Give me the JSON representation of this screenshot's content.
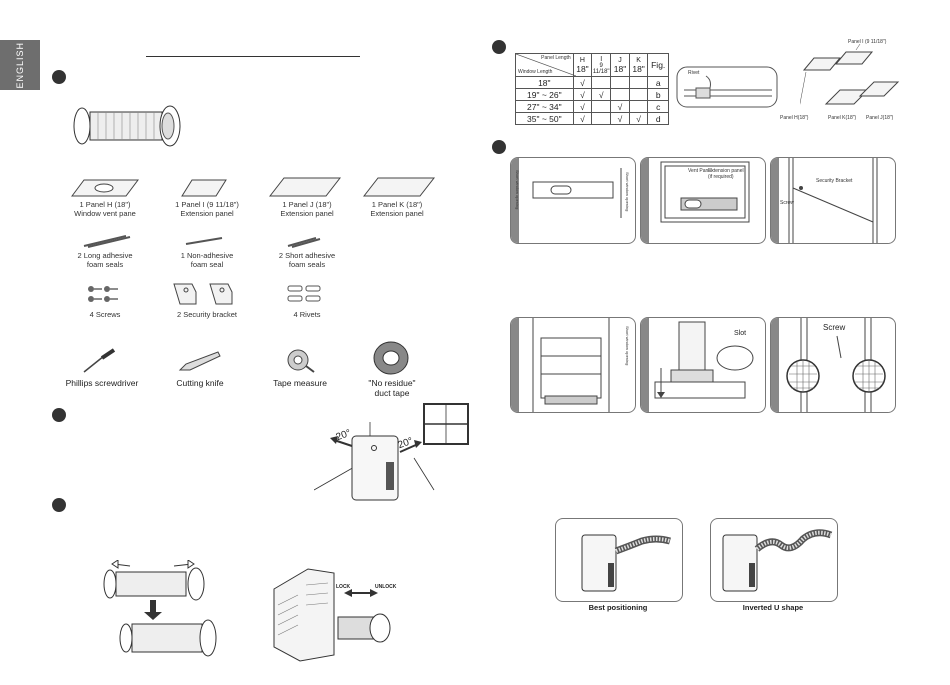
{
  "sidebar": {
    "language": "ENGLISH"
  },
  "parts": [
    {
      "line1": "1 Panel H (18\")",
      "line2": "Window vent pane"
    },
    {
      "line1": "1 Panel I (9 11/18\")",
      "line2": "Extension panel"
    },
    {
      "line1": "1 Panel J (18\")",
      "line2": "Extension panel"
    },
    {
      "line1": "1 Panel K (18\")",
      "line2": "Extension panel"
    },
    {
      "line1": "2 Long adhesive",
      "line2": "foam seals"
    },
    {
      "line1": "1 Non-adhesive",
      "line2": "foam seal"
    },
    {
      "line1": "2 Short adhesive",
      "line2": "foam seals"
    },
    {
      "line1": "4 Screws",
      "line2": ""
    },
    {
      "line1": "2 Security bracket",
      "line2": ""
    },
    {
      "line1": "4 Rivets",
      "line2": ""
    }
  ],
  "tools": [
    {
      "line1": "Phillips screwdriver",
      "line2": ""
    },
    {
      "line1": "Cutting knife",
      "line2": ""
    },
    {
      "line1": "Tape measure",
      "line2": ""
    },
    {
      "line1": "\"No residue\"",
      "line2": "duct tape"
    }
  ],
  "clearance": {
    "angle_left": "20°",
    "angle_right": "20°"
  },
  "hose": {
    "lock": "LOCK",
    "unlock": "UNLOCK"
  },
  "table": {
    "header_panel": "Panel Length",
    "header_window": "Window Length",
    "cols": [
      {
        "letter": "H",
        "size": "18\""
      },
      {
        "letter": "I",
        "size": "9 11/18\""
      },
      {
        "letter": "J",
        "size": "18\""
      },
      {
        "letter": "K",
        "size": "18\""
      }
    ],
    "fig_header": "Fig.",
    "check": "√",
    "rows": [
      {
        "range": "18\"",
        "checks": [
          true,
          false,
          false,
          false
        ],
        "fig": "a"
      },
      {
        "range": "19\" ~ 26\"",
        "checks": [
          true,
          true,
          false,
          false
        ],
        "fig": "b"
      },
      {
        "range": "27\" ~ 34\"",
        "checks": [
          true,
          false,
          true,
          false
        ],
        "fig": "c"
      },
      {
        "range": "35\" ~ 50\"",
        "checks": [
          true,
          false,
          true,
          true
        ],
        "fig": "d"
      }
    ]
  },
  "rivet_label": "Rivet",
  "panel_labels": {
    "i": "Panel I (9 11/18\")",
    "h": "Panel H(18\")",
    "k": "Panel K(18\")",
    "j": "Panel J(18\")"
  },
  "install": {
    "side_text1": "Short window opening",
    "side_text2": "Short window opening",
    "vent_panel": "Vent Panel",
    "ext_panel": "Extension panel",
    "ext_panel2": "(if required)",
    "security_bracket": "Security Bracket",
    "screw_small": "Screw",
    "slot": "Slot",
    "screw": "Screw"
  },
  "positions": {
    "best": "Best positioning",
    "inverted": "Inverted U shape"
  }
}
